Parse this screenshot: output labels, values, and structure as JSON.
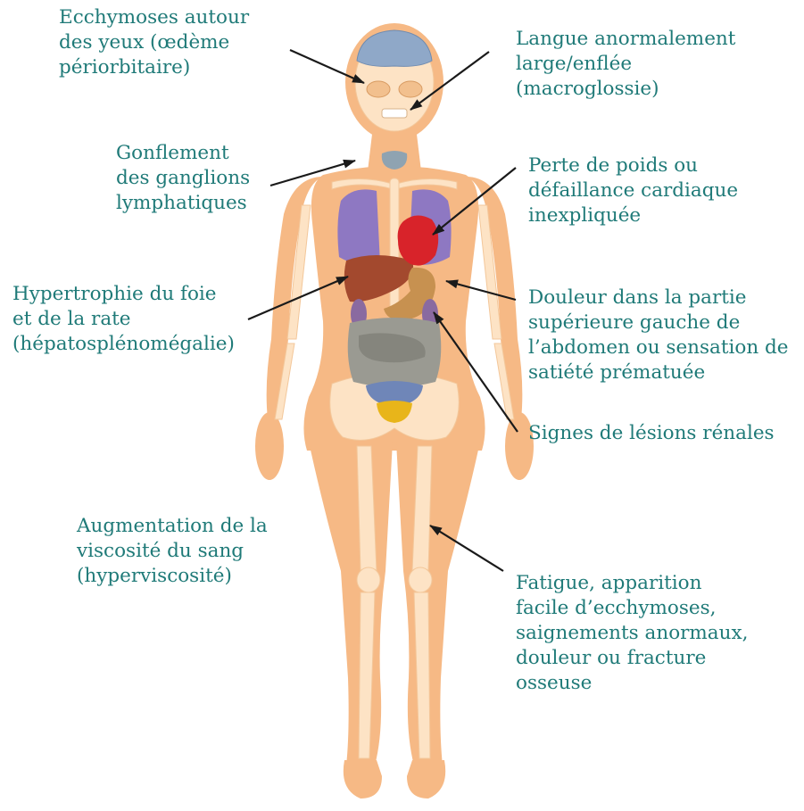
{
  "colors": {
    "label_text": "#1f7a78",
    "arrow": "#1a1a1a",
    "skin": "#f6b985",
    "bone": "#fde3c5",
    "lungs": "#8e78c2",
    "heart": "#d8232a",
    "liver": "#a3492e",
    "stomach": "#c79150",
    "kidneys": "#8a6aa0",
    "intestines": "#9a9a92",
    "bladder": "#e8b51a",
    "uterus": "#6f86b8",
    "brain": "#8fa8c8",
    "thyroid": "#8fa3b1"
  },
  "labels": {
    "periorbital": [
      "Ecchymoses autour",
      "des yeux (œdème",
      "périorbitaire)"
    ],
    "macroglossia": [
      "Langue anormalement",
      "large/enflée",
      "(macroglossie)"
    ],
    "lymph": [
      "Gonflement",
      "des ganglions",
      "lymphatiques"
    ],
    "heart": [
      "Perte de poids ou",
      "défaillance cardiaque",
      "inexpliquée"
    ],
    "liver": [
      "Hypertrophie du foie",
      "et de la rate",
      "(hépatosplénomégalie)"
    ],
    "abdomen": [
      "Douleur dans la partie",
      "supérieure gauche de",
      "l’abdomen ou sensation de",
      "satiété prématuée"
    ],
    "kidney": [
      "Signes de lésions rénales"
    ],
    "viscosity": [
      "Augmentation de la",
      "viscosité du sang",
      "(hyperviscosité)"
    ],
    "bone": [
      "Fatigue, apparition",
      "facile d’ecchymoses,",
      "saignements anormaux,",
      "douleur ou fracture",
      "osseuse"
    ]
  }
}
